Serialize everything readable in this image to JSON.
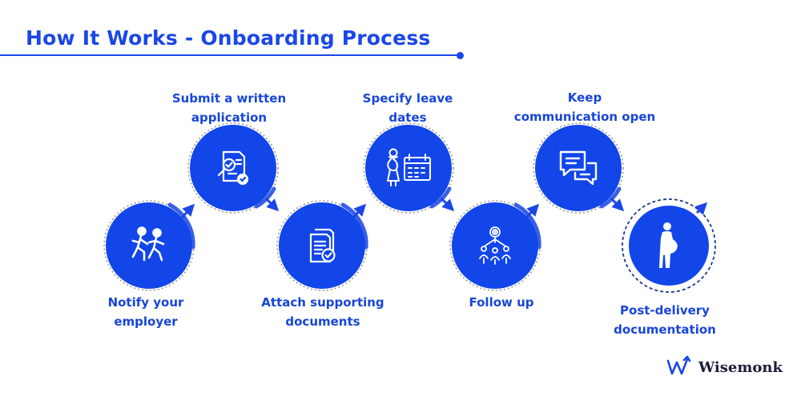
{
  "title": "How It Works - Onboarding Process",
  "steps": [
    {
      "label": "Notify your\nemployer",
      "icon": "people-walking-icon"
    },
    {
      "label": "Submit a written\napplication",
      "icon": "document-search-icon"
    },
    {
      "label": "Attach supporting\ndocuments",
      "icon": "documents-check-icon"
    },
    {
      "label": "Specify leave\ndates",
      "icon": "pregnant-woman-calendar-icon"
    },
    {
      "label": "Follow up",
      "icon": "target-team-icon"
    },
    {
      "label": "Keep\ncommunication open",
      "icon": "chat-bubbles-icon"
    },
    {
      "label": "Post-delivery\ndocumentation",
      "icon": "pregnant-woman-icon"
    }
  ],
  "brand": {
    "name": "Wisemonk",
    "logo_icon": "wisemonk-logo-icon"
  },
  "colors": {
    "accent": "#1a47e6",
    "circle": "#1246e8",
    "label": "#1746d8",
    "logo_text": "#1e1b3b"
  }
}
